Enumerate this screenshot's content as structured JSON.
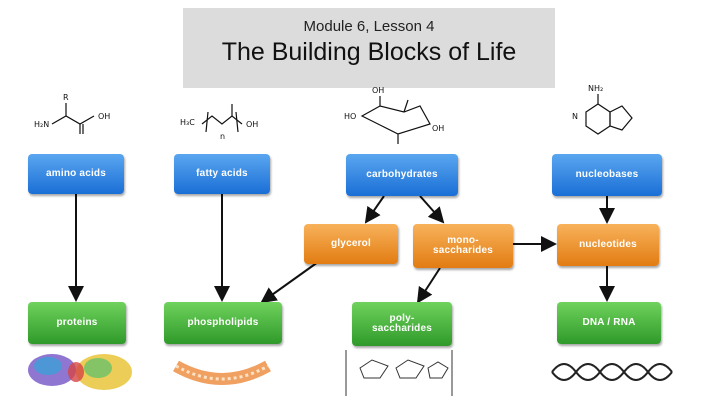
{
  "header": {
    "subtitle": "Module 6, Lesson 4",
    "title": "The Building Blocks of Life"
  },
  "nodes": {
    "amino_acids": "amino acids",
    "fatty_acids": "fatty acids",
    "carbohydrates": "carbohydrates",
    "nucleobases": "nucleobases",
    "glycerol": "glycerol",
    "monosaccharides": "mono-\nsaccharides",
    "nucleotides": "nucleotides",
    "proteins": "proteins",
    "phospholipids": "phospholipids",
    "polysaccharides": "poly-\nsaccharides",
    "dna_rna": "DNA / RNA"
  },
  "structure_labels": {
    "amino": {
      "left": "H₂N",
      "right": "OH",
      "top": "R"
    },
    "fatty": {
      "left": "H₃C",
      "right": "OH",
      "sub": "n"
    },
    "sugar": {
      "left": "HO",
      "right": "OH",
      "top": "OH"
    },
    "base": {
      "top": "NH₂",
      "ring": "N"
    }
  },
  "colors": {
    "blue": "#1a6fd6",
    "orange": "#e27c12",
    "green": "#2f9a2a",
    "title_bg": "#dcdcdc"
  }
}
